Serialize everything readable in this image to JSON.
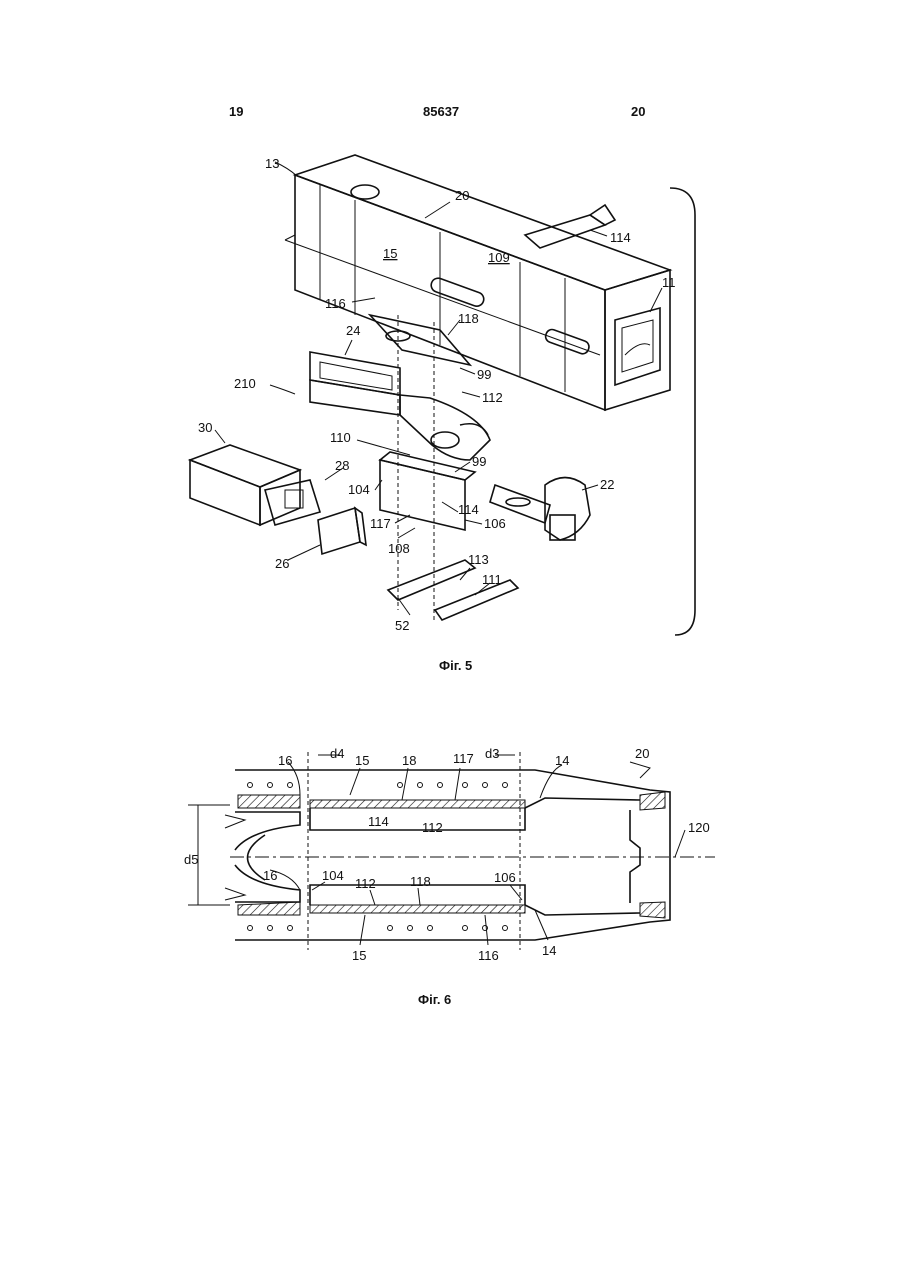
{
  "header": {
    "left": "19",
    "center": "85637",
    "right": "20"
  },
  "figure5": {
    "caption": "Фіг. 5",
    "labels": {
      "l13": "13",
      "l20": "20",
      "l114a": "114",
      "l15": "15",
      "l109": "109",
      "l11": "11",
      "l116": "116",
      "l118": "118",
      "l24": "24",
      "l99a": "99",
      "l112": "112",
      "l210": "210",
      "l30": "30",
      "l110": "110",
      "l99b": "99",
      "l28": "28",
      "l104": "104",
      "l22": "22",
      "l114b": "114",
      "l117": "117",
      "l106": "106",
      "l26": "26",
      "l108": "108",
      "l113": "113",
      "l111": "111",
      "l52": "52"
    }
  },
  "figure6": {
    "caption": "Фіг. 6",
    "labels": {
      "l16a": "16",
      "d4": "d4",
      "l15a": "15",
      "l18": "18",
      "l117": "117",
      "d3": "d3",
      "l14a": "14",
      "l20": "20",
      "l120": "120",
      "d5": "d5",
      "l114": "114",
      "l112a": "112",
      "l16b": "16",
      "l104": "104",
      "l112b": "112",
      "l118": "118",
      "l106": "106",
      "l15b": "15",
      "l116": "116",
      "l14b": "14"
    }
  }
}
